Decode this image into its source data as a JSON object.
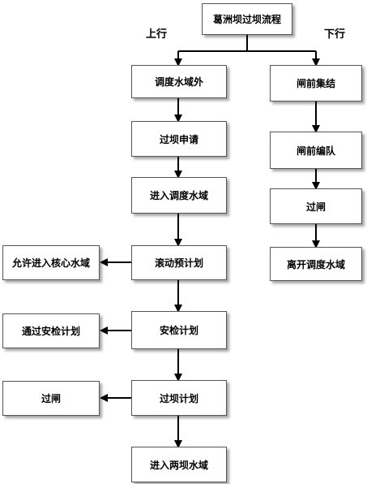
{
  "diagram": {
    "title": "葛洲坝过坝流程",
    "upstream_label": "上行",
    "downstream_label": "下行",
    "upstream_steps": [
      "调度水域外",
      "过坝申请",
      "进入调度水域",
      "滚动预计划",
      "安检计划",
      "过坝计划",
      "进入两坝水域"
    ],
    "side_steps": [
      "允许进入核心水域",
      "通过安检计划",
      "过闸"
    ],
    "downstream_steps": [
      "闸前集结",
      "闸前编队",
      "过闸",
      "离开调度水域"
    ]
  }
}
